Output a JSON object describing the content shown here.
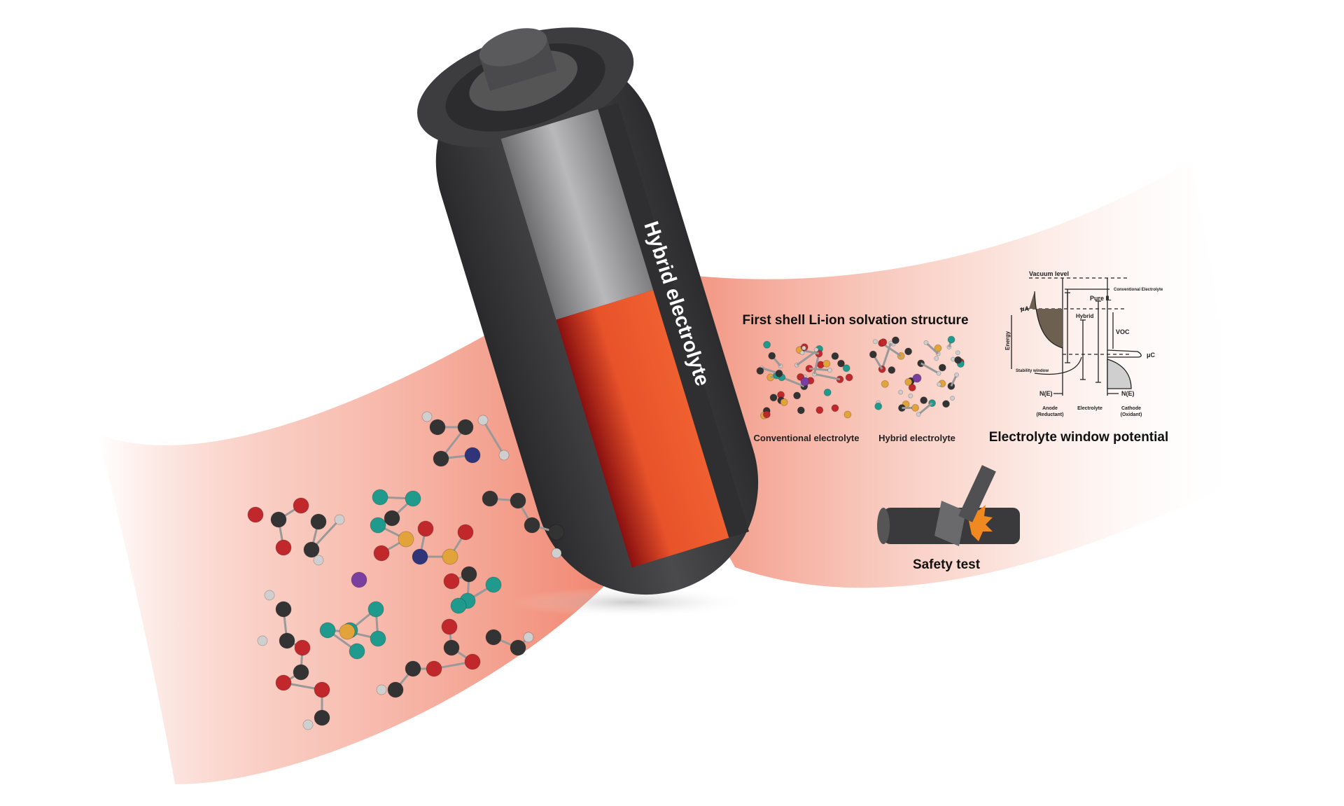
{
  "battery_label": "Hybrid electrolyte",
  "solvation": {
    "title": "First shell Li-ion solvation structure",
    "conventional": "Conventional electrolyte",
    "hybrid": "Hybrid electrolyte"
  },
  "window": {
    "title": "Electrolyte window potential",
    "vacuum": "Vacuum level",
    "conventional": "Conventional Electrolyte",
    "pure_il": "Pure IL",
    "hybrid": "Hybrid",
    "mu_a": "μA",
    "mu_c": "μC",
    "voc": "VOC",
    "energy": "Energy",
    "stability": "Stability window",
    "ne_left": "N(E)",
    "ne_right": "N(E)",
    "anode": "Anode",
    "anode_sub": "(Reductant)",
    "electrolyte": "Electrolyte",
    "cathode": "Cathode",
    "cathode_sub": "(Oxidant)"
  },
  "safety": {
    "title": "Safety test"
  },
  "colors": {
    "band": "#f0836a",
    "battery": "#3a3a3c",
    "electrolyte": "#ee5a2c",
    "carbon": "#333333",
    "oxygen": "#c0282c",
    "fluorine": "#1f9a8c",
    "sulfur": "#e2a43a",
    "nitrogen": "#2f3578",
    "hydrogen": "#cfcfcf",
    "lithium": "#7b3fa0"
  }
}
